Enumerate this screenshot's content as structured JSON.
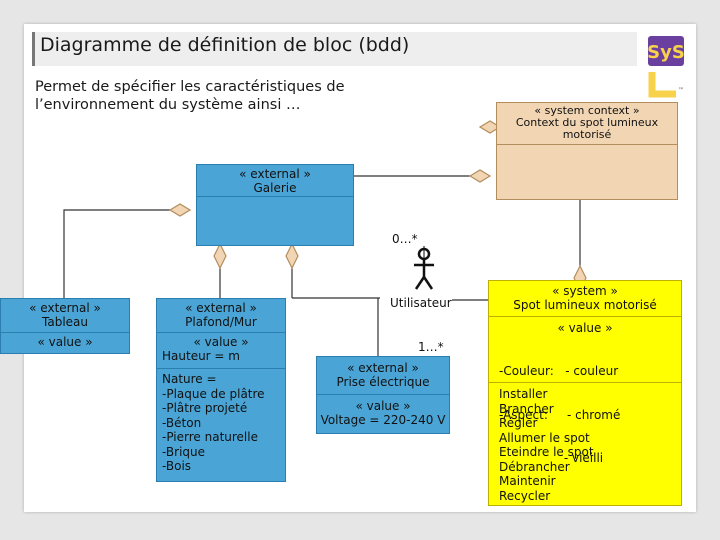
{
  "slide": {
    "title": "Diagramme de définition de bloc (bdd)",
    "subtitle": "Permet de spécifier les caractéristiques de l’environnement du système ainsi …"
  },
  "logo": {
    "text": "SysML"
  },
  "blocks": {
    "context": {
      "stereotype": "« system context »",
      "name": "Context du spot lumineux motorisé"
    },
    "galerie": {
      "stereotype": "« external »",
      "name": "Galerie"
    },
    "tableau": {
      "stereotype": "« external »",
      "name": "Tableau",
      "value_header": "« value »"
    },
    "plafond": {
      "stereotype": "« external »",
      "name": "Plafond/Mur",
      "value_header": "« value »",
      "value": "Hauteur = m",
      "nature_lines": [
        "Nature =",
        "-Plaque de plâtre",
        "-Plâtre projeté",
        "-Béton",
        "-Pierre naturelle",
        "-Brique",
        "-Bois"
      ]
    },
    "prise": {
      "stereotype": "« external »",
      "name": "Prise électrique",
      "value_header": "« value »",
      "value": "Voltage = 220-240 V"
    },
    "spot": {
      "stereotype": "« system »",
      "name": "Spot lumineux motorisé",
      "value_header": "« value »",
      "value_lines": [
        "-Couleur:   - couleur",
        "-Aspect:     - chromé",
        "                 - vieilli"
      ],
      "operations": [
        "Installer",
        "Brancher",
        "Régler",
        "Allumer le spot",
        "Eteindre le spot",
        "Débrancher",
        "Maintenir",
        "Recycler"
      ]
    }
  },
  "actor": {
    "name": "Utilisateur"
  },
  "multiplicities": {
    "galerie_user": "0…*",
    "user_prise": "1…*"
  }
}
